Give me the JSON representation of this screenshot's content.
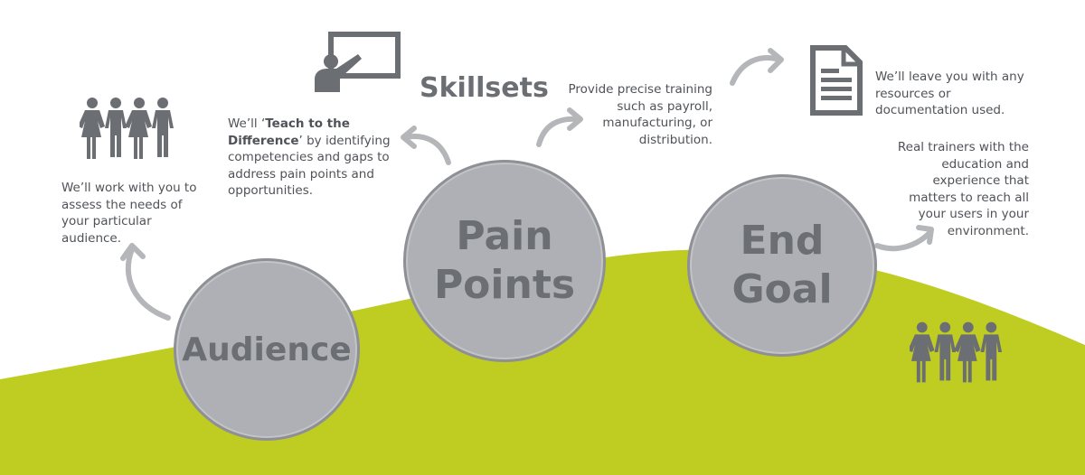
{
  "colors": {
    "hill": "#bfcc22",
    "circle_fill": "#aeb0b5",
    "circle_text": "#6b6e73",
    "icon": "#6b6e73",
    "arrow": "#b4b6ba",
    "body_text": "#4f5257"
  },
  "stages": {
    "audience": {
      "label": "Audience"
    },
    "pain_points": {
      "line1": "Pain",
      "line2": "Points"
    },
    "end_goal": {
      "line1": "End",
      "line2": "Goal"
    }
  },
  "skillsets_heading": "Skillsets",
  "texts": {
    "audience": "We’ll work with you to assess the needs of your particular audience.",
    "teach_prefix": "We’ll ‘",
    "teach_bold": "Teach to the Difference",
    "teach_suffix": "’ by identifying competencies and gaps to address pain points and opportunities.",
    "training": "Provide precise training such as payroll, manufacturing, or distribution.",
    "resources": "We’ll leave you with any resources or documentation used.",
    "trainers": "Real trainers with the education and experience that matters to reach all your users in your environment."
  },
  "icons": [
    "people-group-icon",
    "presentation-board-icon",
    "document-icon",
    "people-group-icon"
  ]
}
